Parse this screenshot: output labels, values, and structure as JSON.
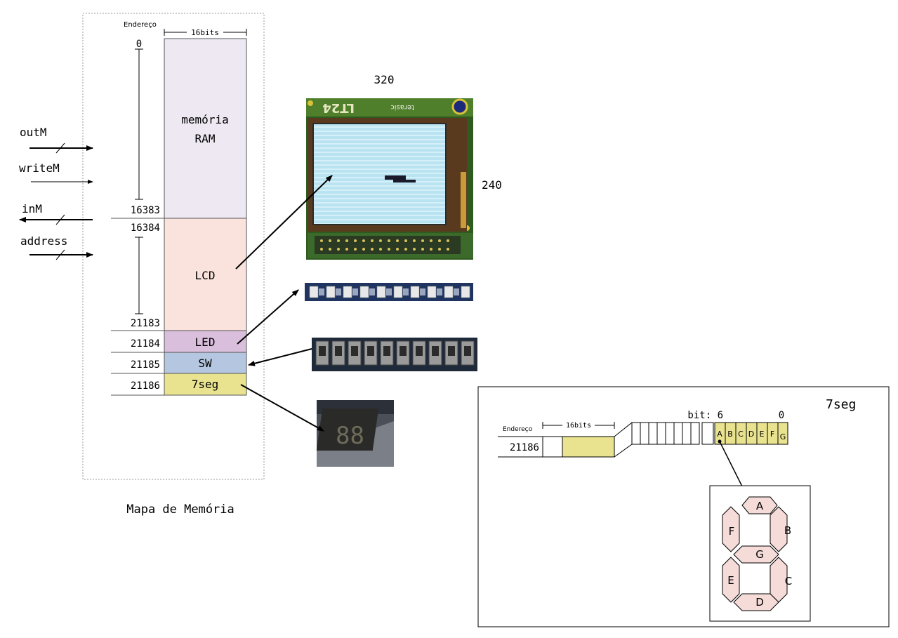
{
  "memory_map": {
    "title": "Mapa de Memória",
    "address_header": "Endereço",
    "width_label": "16bits",
    "regions": [
      {
        "id": "ram",
        "label_line1": "memória",
        "label_line2": "RAM",
        "color": "#ede8f2"
      },
      {
        "id": "lcd",
        "label": "LCD",
        "color": "#f9e3dc"
      },
      {
        "id": "led",
        "label": "LED",
        "color": "#d9bfdc"
      },
      {
        "id": "sw",
        "label": "SW",
        "color": "#b5c7e0"
      },
      {
        "id": "seg",
        "label": "7seg",
        "color": "#e9e390"
      }
    ],
    "addresses": {
      "ram_start": "0",
      "ram_end": "16383",
      "lcd_start": "16384",
      "lcd_end": "21183",
      "led": "21184",
      "sw": "21185",
      "seg": "21186"
    }
  },
  "signals": [
    {
      "name": "outM",
      "direction": "in",
      "bus": true
    },
    {
      "name": "writeM",
      "direction": "in",
      "bus": false
    },
    {
      "name": "inM",
      "direction": "out",
      "bus": true
    },
    {
      "name": "address",
      "direction": "in",
      "bus": true
    }
  ],
  "lcd": {
    "width_label": "320",
    "height_label": "240",
    "board_text": "LT24",
    "brand_text": "terasic"
  },
  "seg_detail": {
    "title": "7seg",
    "address_header": "Endereço",
    "width_label": "16bits",
    "address": "21186",
    "bit_label": "bit: 6",
    "bit_zero_label": "0",
    "bits": [
      "A",
      "B",
      "C",
      "D",
      "E",
      "F",
      "G"
    ],
    "segments": {
      "a": "A",
      "b": "B",
      "c": "C",
      "d": "D",
      "e": "E",
      "f": "F",
      "g": "G"
    },
    "segment_color": "#f6dcd8",
    "bit_color": "#e9e390"
  }
}
